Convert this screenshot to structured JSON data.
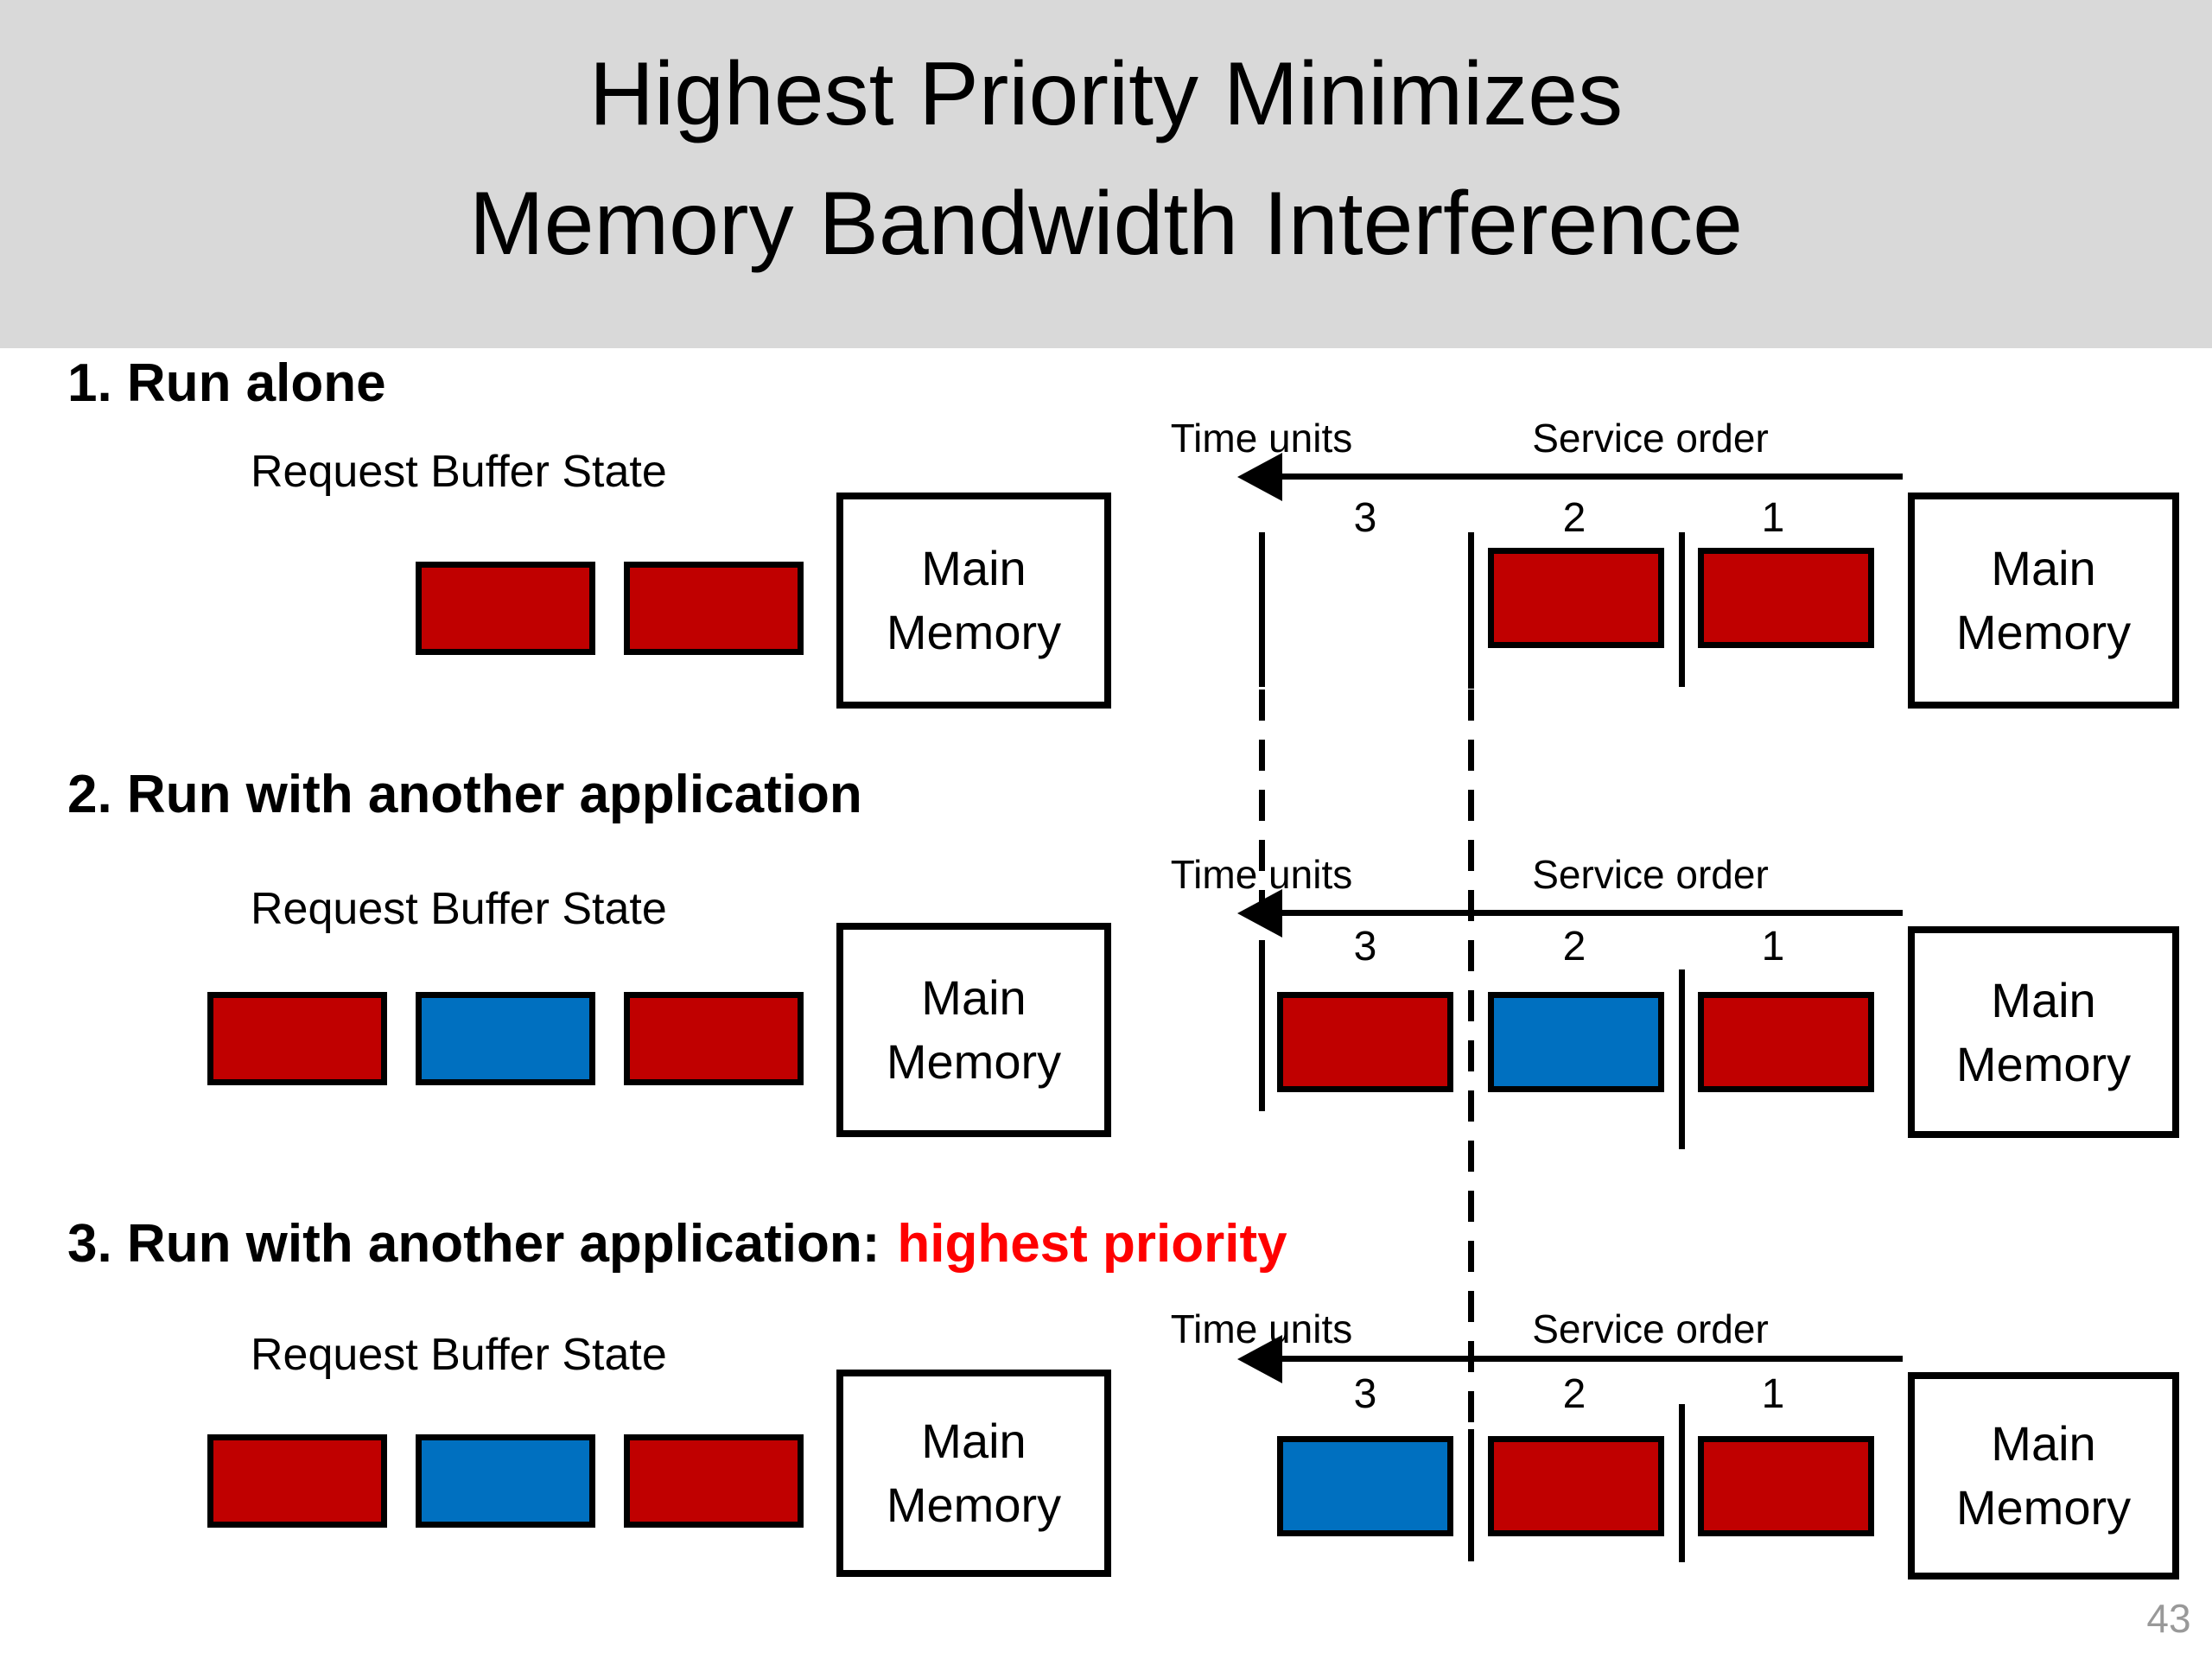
{
  "slide": {
    "title_line1": "Highest Priority Minimizes",
    "title_line2": "Memory Bandwidth Interference",
    "page_number": "43"
  },
  "colors": {
    "title_banner": "#d9d9d9",
    "request_red": "#c00000",
    "request_blue": "#0070c0",
    "heading_highlight": "#ff0000",
    "page_number": "#999999"
  },
  "labels": {
    "request_buffer": "Request Buffer State",
    "time_units": "Time units",
    "service_order": "Service order",
    "main_memory_line1": "Main",
    "main_memory_line2": "Memory",
    "slot_numbers": [
      "3",
      "2",
      "1"
    ]
  },
  "sections": [
    {
      "heading": "1. Run alone",
      "heading_highlight": "",
      "buffer_blocks": [
        {
          "color": "#c00000"
        },
        {
          "color": "#c00000"
        }
      ],
      "service_blocks": [
        {
          "slot": "2",
          "color": "#c00000"
        },
        {
          "slot": "1",
          "color": "#c00000"
        }
      ]
    },
    {
      "heading": "2. Run with another application",
      "heading_highlight": "",
      "buffer_blocks": [
        {
          "color": "#c00000"
        },
        {
          "color": "#0070c0"
        },
        {
          "color": "#c00000"
        }
      ],
      "service_blocks": [
        {
          "slot": "3",
          "color": "#c00000"
        },
        {
          "slot": "2",
          "color": "#0070c0"
        },
        {
          "slot": "1",
          "color": "#c00000"
        }
      ]
    },
    {
      "heading": "3. Run with another application:",
      "heading_highlight": "highest priority",
      "buffer_blocks": [
        {
          "color": "#c00000"
        },
        {
          "color": "#0070c0"
        },
        {
          "color": "#c00000"
        }
      ],
      "service_blocks": [
        {
          "slot": "3",
          "color": "#0070c0"
        },
        {
          "slot": "2",
          "color": "#c00000"
        },
        {
          "slot": "1",
          "color": "#c00000"
        }
      ]
    }
  ]
}
